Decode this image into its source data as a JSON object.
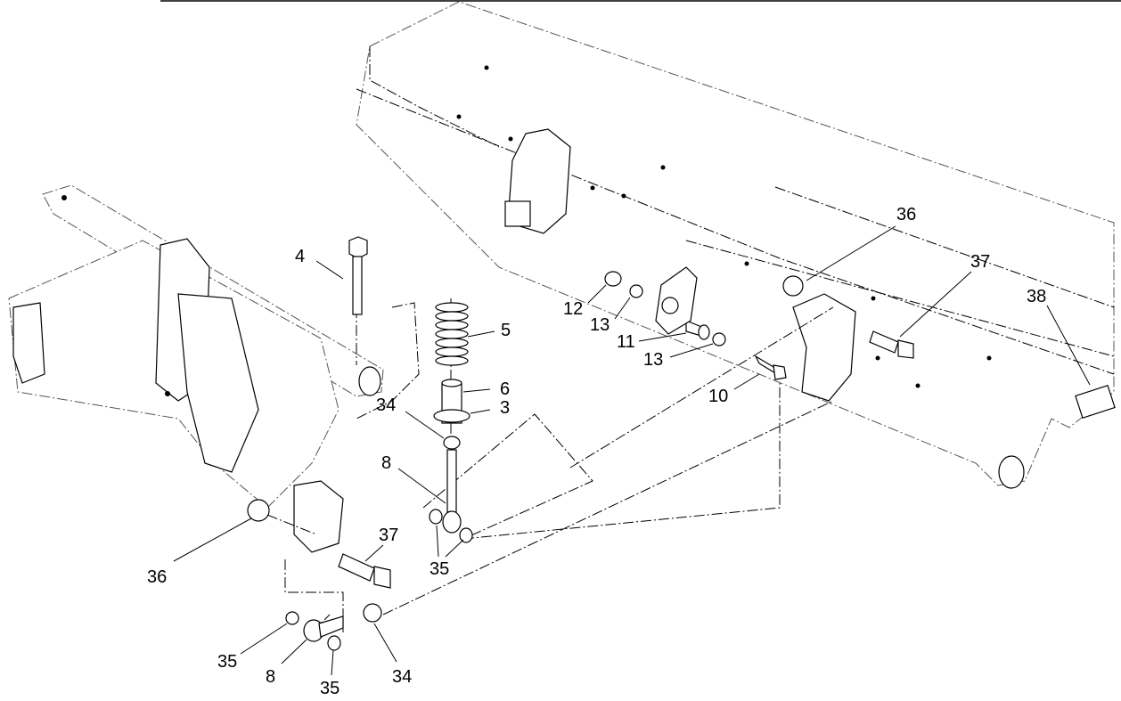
{
  "callouts": [
    {
      "id": "c-4",
      "text": "4"
    },
    {
      "id": "c-5",
      "text": "5"
    },
    {
      "id": "c-6",
      "text": "6"
    },
    {
      "id": "c-3",
      "text": "3"
    },
    {
      "id": "c-34a",
      "text": "34"
    },
    {
      "id": "c-8a",
      "text": "8"
    },
    {
      "id": "c-35a",
      "text": "35"
    },
    {
      "id": "c-12",
      "text": "12"
    },
    {
      "id": "c-13a",
      "text": "13"
    },
    {
      "id": "c-11",
      "text": "11"
    },
    {
      "id": "c-13b",
      "text": "13"
    },
    {
      "id": "c-10",
      "text": "10"
    },
    {
      "id": "c-36a",
      "text": "36"
    },
    {
      "id": "c-37a",
      "text": "37"
    },
    {
      "id": "c-38",
      "text": "38"
    },
    {
      "id": "c-36b",
      "text": "36"
    },
    {
      "id": "c-37b",
      "text": "37"
    },
    {
      "id": "c-35b",
      "text": "35"
    },
    {
      "id": "c-8b",
      "text": "8"
    },
    {
      "id": "c-35c",
      "text": "35"
    },
    {
      "id": "c-34b",
      "text": "34"
    }
  ]
}
